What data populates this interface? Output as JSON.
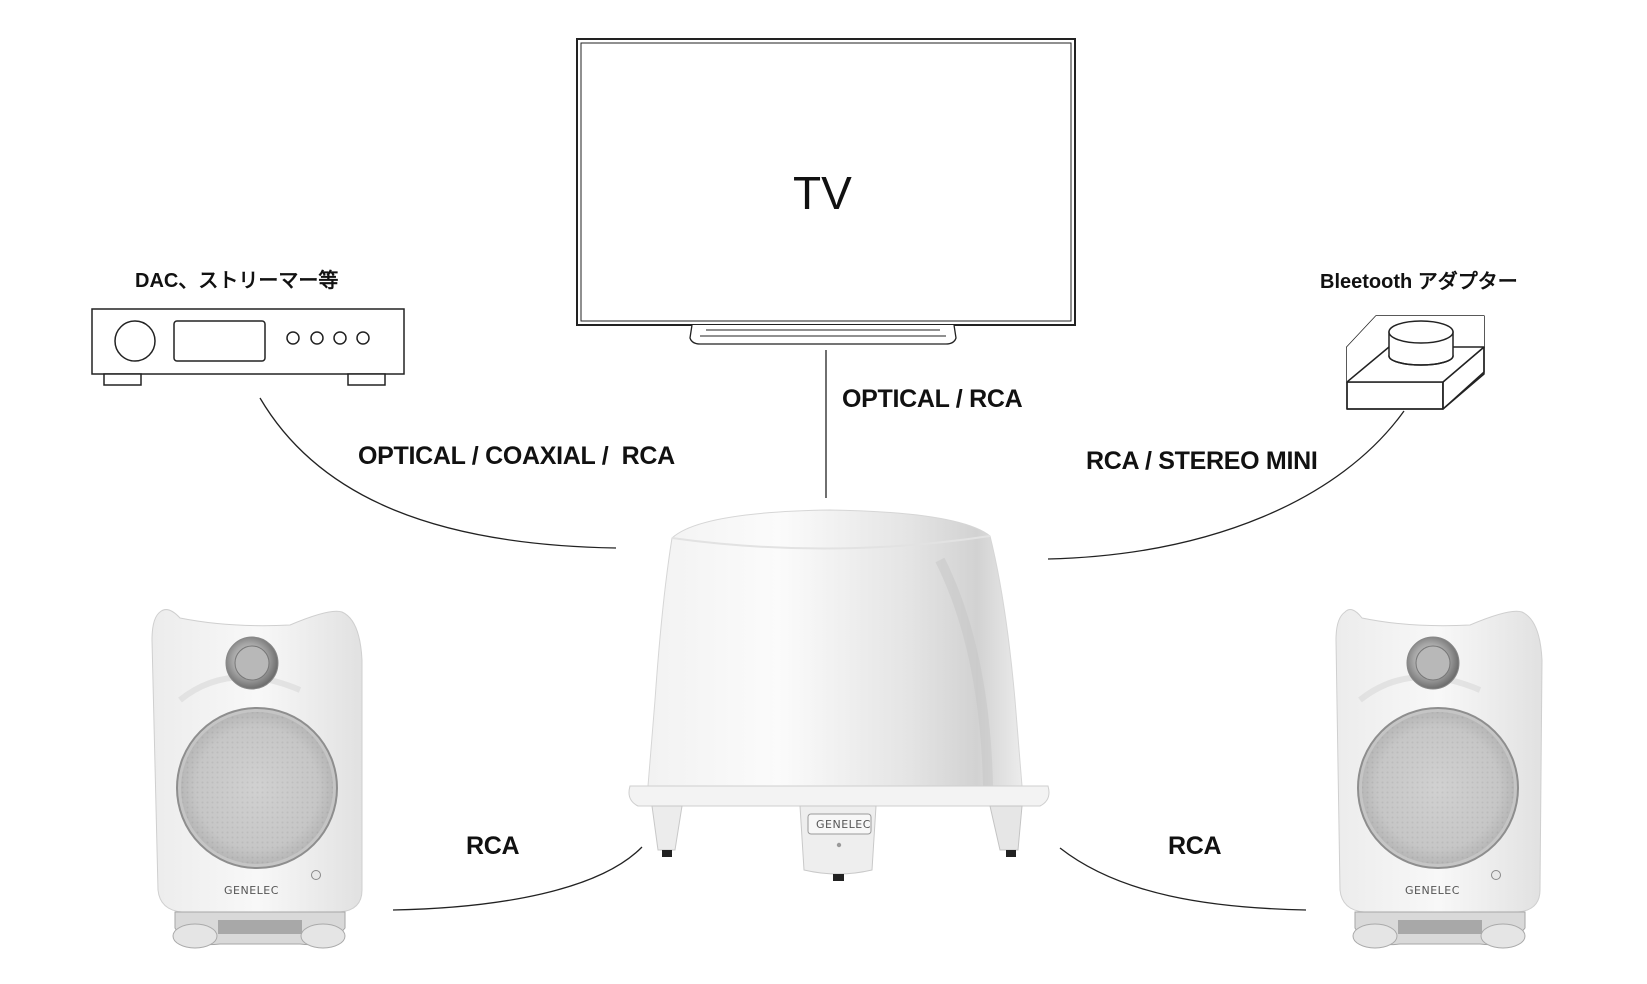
{
  "devices": {
    "tv": {
      "label": "TV"
    },
    "dac": {
      "label": "DAC、ストリーマー等"
    },
    "bluetooth": {
      "label": "Bleetooth アダプター"
    },
    "subwoofer": {
      "brand": "GENELEC"
    },
    "speaker_left": {
      "brand": "GENELEC"
    },
    "speaker_right": {
      "brand": "GENELEC"
    }
  },
  "connections": {
    "tv_to_sub": "OPTICAL / RCA",
    "dac_to_sub": "OPTICAL / COAXIAL /  RCA",
    "bt_to_sub": "RCA / STEREO MINI",
    "sub_to_left": "RCA",
    "sub_to_right": "RCA"
  }
}
